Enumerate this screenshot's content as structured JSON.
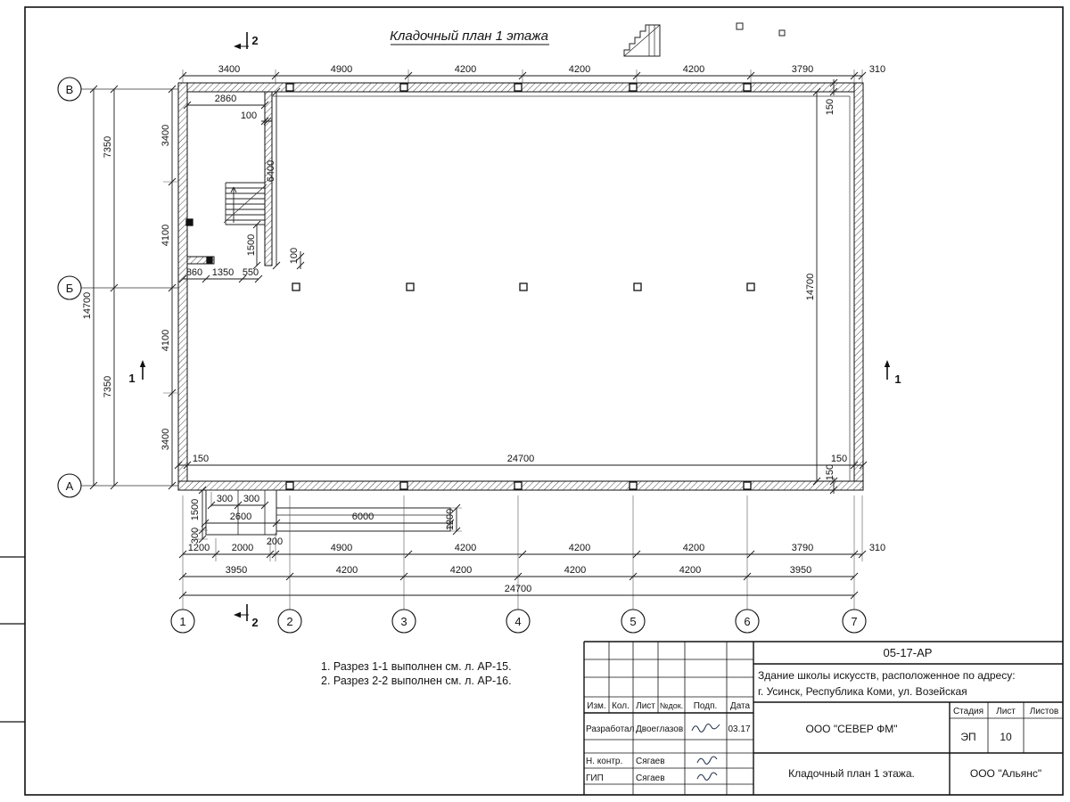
{
  "sheet_title_top": "Кладочный план 1 этажа",
  "axes": {
    "cols": [
      "1",
      "2",
      "3",
      "4",
      "5",
      "6",
      "7"
    ],
    "rows": [
      "В",
      "Б",
      "А"
    ]
  },
  "dims": {
    "top": [
      "3400",
      "4900",
      "4200",
      "4200",
      "4200",
      "3790",
      "310"
    ],
    "bottom1": [
      "1200",
      "2000",
      "200",
      "4900",
      "4200",
      "4200",
      "4200",
      "3790",
      "310"
    ],
    "bottom2": [
      "3950",
      "4200",
      "4200",
      "4200",
      "4200",
      "3950"
    ],
    "bottom_total": "24700",
    "left_inner": [
      "3400",
      "4100",
      "4100",
      "3400"
    ],
    "left_mid": [
      "7350",
      "7350"
    ],
    "left_total": "14700",
    "in_2860": "2860",
    "in_100a": "100",
    "in_6400": "6400",
    "in_1500": "1500",
    "in_100b": "100",
    "in_row": [
      "860",
      "1350",
      "550"
    ],
    "right_150_top": "150",
    "right_14700": "14700",
    "right_150_bot": "150",
    "bot_150_l": "150",
    "bot_24700": "24700",
    "bot_150_r": "150",
    "porch_300_a": "300",
    "porch_300_b": "300",
    "porch_2600": "2600",
    "ramp_6000": "6000",
    "ramp_1200": "1200",
    "porch_1500": "1500",
    "porch_300_v": "300"
  },
  "sections": {
    "s1": "1",
    "s2": "2"
  },
  "notes": [
    "1. Разрез 1-1 выполнен см. л. АР-15.",
    "2. Разрез 2-2 выполнен см. л. АР-16."
  ],
  "title_block": {
    "doc_number": "05-17-АР",
    "object_line1": "Здание школы искусств, расположенное по адресу:",
    "object_line2": "г. Усинск, Республика Коми, ул. Возейская",
    "cols": {
      "izm": "Изм.",
      "kol": "Кол.",
      "list": "Лист",
      "ndok": "№док.",
      "podp": "Подп.",
      "data": "Дата"
    },
    "rows": [
      {
        "role": "Разработал",
        "name": "Двоеглазов",
        "date": "03.17"
      },
      {
        "role": "Н. контр.",
        "name": "Сягаев",
        "date": ""
      },
      {
        "role": "ГИП",
        "name": "Сягаев",
        "date": ""
      }
    ],
    "company": "ООО \"СЕВЕР ФМ\"",
    "stage_label": "Стадия",
    "sheet_label": "Лист",
    "sheets_label": "Листов",
    "stage": "ЭП",
    "sheet_number": "10",
    "sheets_total": "",
    "drawing_name": "Кладочный план 1 этажа.",
    "org": "ООО \"Альянс\""
  }
}
